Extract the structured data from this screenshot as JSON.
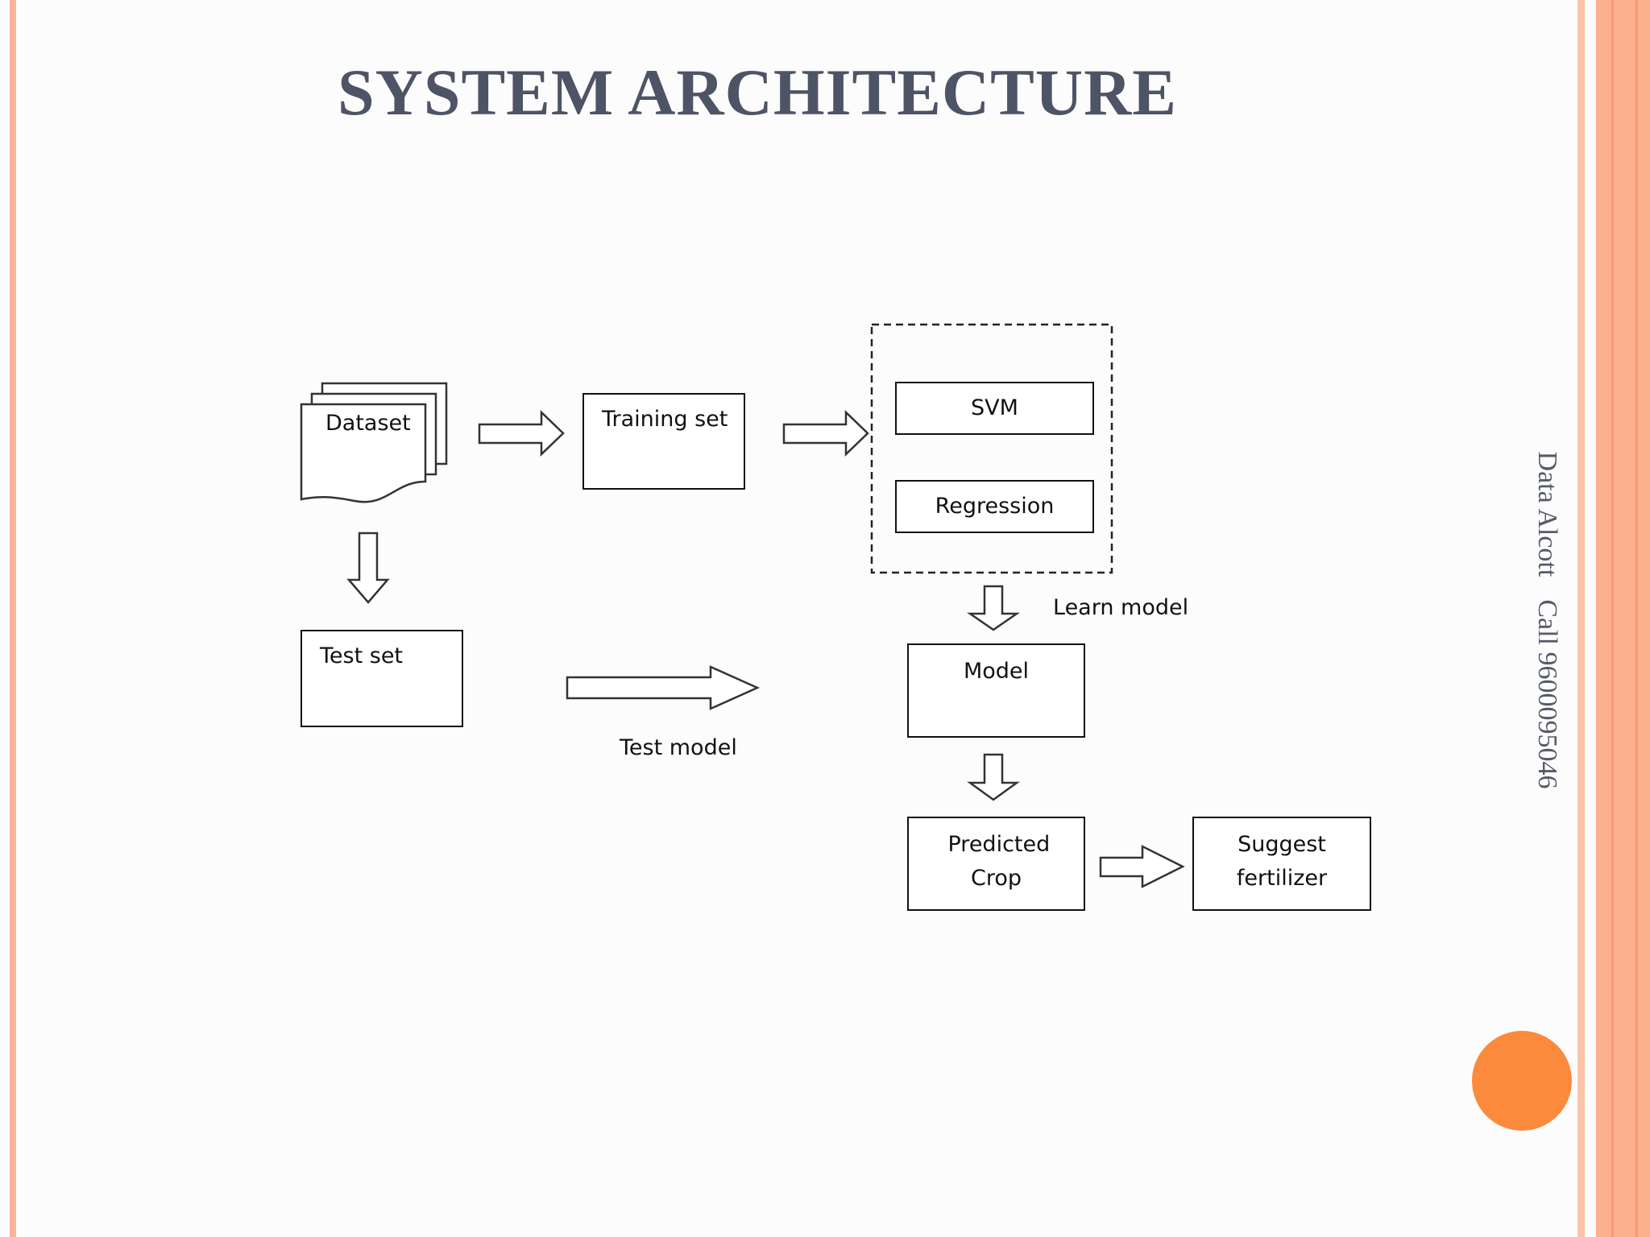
{
  "slide": {
    "title": "SYSTEM ARCHITECTURE",
    "side_note_name": "Data Alcott",
    "side_note_phone": "Call 9600095046"
  },
  "diagram": {
    "nodes": {
      "dataset": "Dataset",
      "training_set": "Training set",
      "svm": "SVM",
      "regression": "Regression",
      "test_set": "Test set",
      "model": "Model",
      "predicted_crop": "Predicted Crop",
      "suggest_fertilizer": "Suggest fertilizer"
    },
    "edge_labels": {
      "learn_model": "Learn model",
      "test_model": "Test model"
    }
  },
  "colors": {
    "accent_orange": "#fc8a3d",
    "stripe_peach": "#fbb49a",
    "title_gray": "#4d5465"
  }
}
